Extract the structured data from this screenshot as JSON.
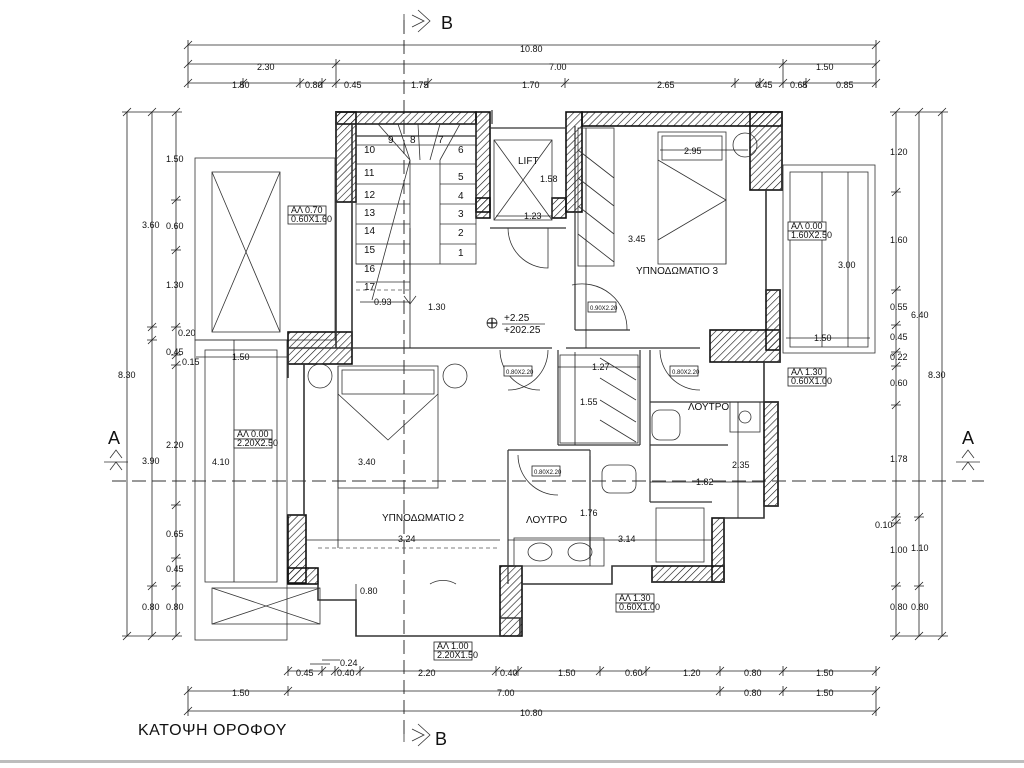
{
  "title": "ΚΑΤΟΨΗ ΟΡΟΦΟΥ",
  "sections": {
    "vertical": "B",
    "horizontal": "A"
  },
  "top_dimensions": {
    "total": "10.80",
    "row2": [
      "2.30",
      "7.00",
      "1.50"
    ],
    "row3": [
      "1.50",
      "0.80",
      "0.45",
      "1.75",
      "1.70",
      "2.65",
      "0.45",
      "0.65",
      "0.85"
    ]
  },
  "bottom_dimensions": {
    "row1": [
      "0.45",
      "0.24",
      "0.40",
      "2.20",
      "0.40",
      "1.50",
      "0.60",
      "1.20",
      "0.80",
      "1.50"
    ],
    "row2": [
      "1.50",
      "7.00",
      "0.80",
      "1.50"
    ],
    "total": "10.80"
  },
  "left_dimensions": {
    "total": "8.30",
    "col2": [
      "3.60",
      "0.20",
      "3.90",
      "0.80"
    ],
    "col3": [
      "1.50",
      "0.60",
      "1.30",
      "0.45",
      "0.15",
      "2.20",
      "0.65",
      "0.45",
      "0.80"
    ]
  },
  "right_dimensions": {
    "total": "8.30",
    "col2": [
      "6.40",
      "1.10",
      "0.80"
    ],
    "col3": [
      "1.20",
      "1.60",
      "0.55",
      "0.45",
      "0.22",
      "0.60",
      "1.78",
      "0.10",
      "1.00",
      "0.80"
    ]
  },
  "rooms": {
    "bedroom3": "ΥΠΝΟΔΩΜΑΤΙΟ 3",
    "bedroom2": "ΥΠΝΟΔΩΜΑΤΙΟ 2",
    "bath1": "ΛΟΥΤΡΟ",
    "bath2": "ΛΟΥΤΡΟ",
    "lift": "LIFT"
  },
  "stairs": [
    "9",
    "8",
    "7",
    "10",
    "6",
    "11",
    "5",
    "12",
    "4",
    "13",
    "3",
    "14",
    "2",
    "15",
    "1",
    "16",
    "17"
  ],
  "interior_dims": [
    "2.95",
    "1.58",
    "1.23",
    "3.45",
    "3.00",
    "0.93",
    "1.30",
    "1.50",
    "1.50",
    "1.27",
    "1.55",
    "3.40",
    "4.10",
    "2.35",
    "1.82",
    "1.76",
    "3.24",
    "3.14",
    "0.80"
  ],
  "level": {
    "upper": "+2.25",
    "lower": "+202.25"
  },
  "windows": [
    {
      "a": "ΑΛ 0.70",
      "b": "0.60X1.60"
    },
    {
      "a": "ΑΛ 0.00",
      "b": "1.60X2.50"
    },
    {
      "a": "ΑΛ 1.30",
      "b": "0.60X1.00"
    },
    {
      "a": "ΑΛ 0.00",
      "b": "2.20X2.50"
    },
    {
      "a": "ΑΛ 1.30",
      "b": "0.60X1.00"
    },
    {
      "a": "ΑΛ 1.00",
      "b": "2.20X1.50"
    }
  ],
  "doors": [
    "0.90X2.20",
    "0.80X2.20",
    "0.80X2.20",
    "0.80X2.20"
  ]
}
